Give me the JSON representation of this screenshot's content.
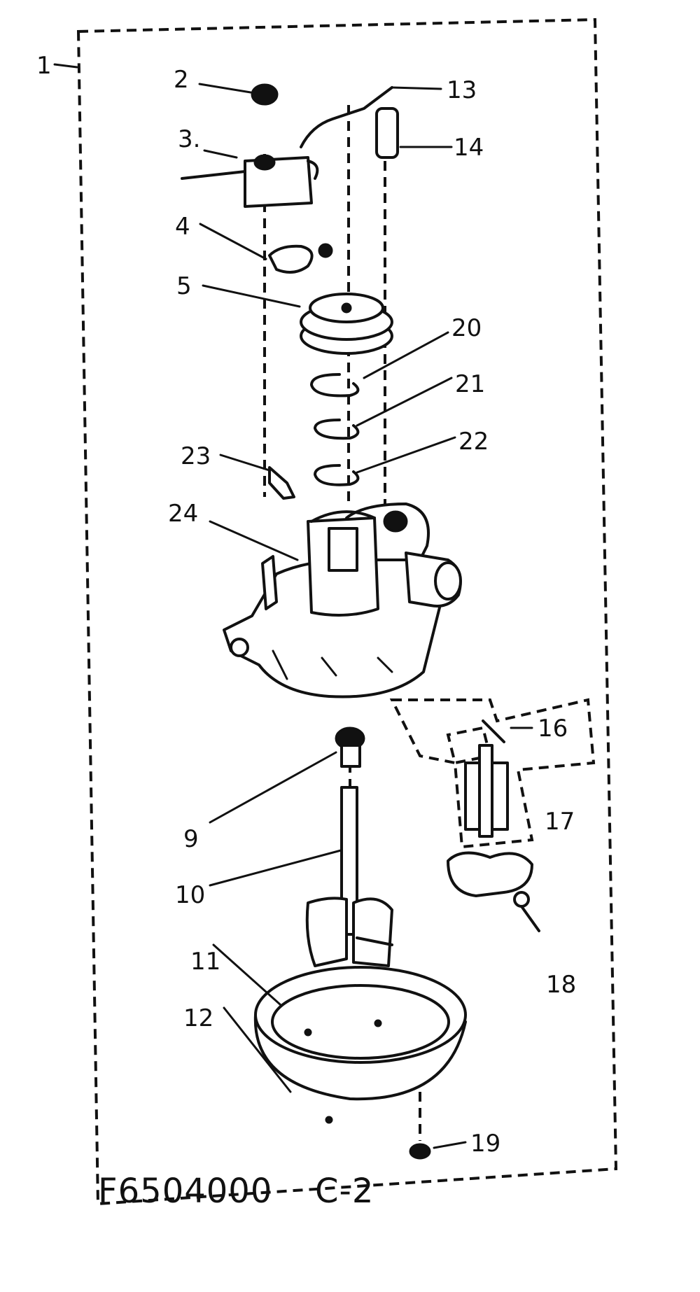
{
  "figure_code": "F6504000",
  "figure_suffix": "C-2",
  "callouts": [
    "1",
    "2",
    "3.",
    "4",
    "5",
    "9",
    "10",
    "11",
    "12",
    "13",
    "14",
    "16",
    "17",
    "18",
    "19",
    "20",
    "21",
    "22",
    "23",
    "24"
  ]
}
